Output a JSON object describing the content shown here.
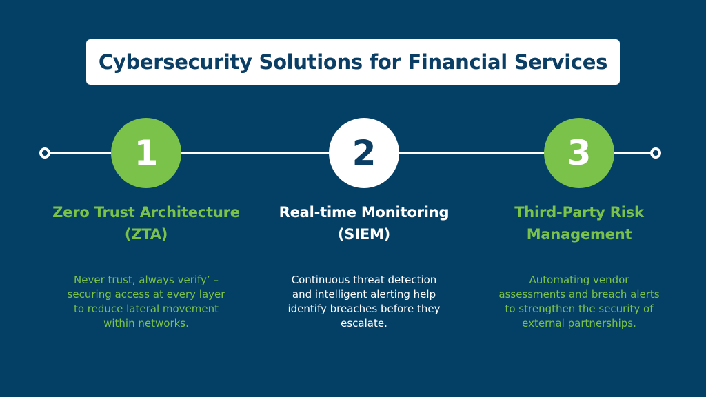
{
  "title": "Cybersecurity Solutions for Financial Services",
  "colors": {
    "background": "#043f66",
    "accent_green": "#7bc24a",
    "title_text": "#0b3e64",
    "white": "#ffffff"
  },
  "steps": [
    {
      "number": "1",
      "title_lines": [
        "Zero Trust Architecture",
        "(ZTA)"
      ],
      "description_lines": [
        "Never trust, always verify’ –",
        "securing access at every layer",
        "to reduce lateral movement",
        "within networks."
      ],
      "style": "green"
    },
    {
      "number": "2",
      "title_lines": [
        "Real-time Monitoring",
        "(SIEM)"
      ],
      "description_lines": [
        "Continuous threat detection",
        "and intelligent alerting help",
        "identify breaches before they",
        "escalate."
      ],
      "style": "white"
    },
    {
      "number": "3",
      "title_lines": [
        "Third-Party Risk",
        "Management"
      ],
      "description_lines": [
        "Automating vendor",
        "assessments and breach alerts",
        "to strengthen the security of",
        "external partnerships."
      ],
      "style": "green"
    }
  ]
}
